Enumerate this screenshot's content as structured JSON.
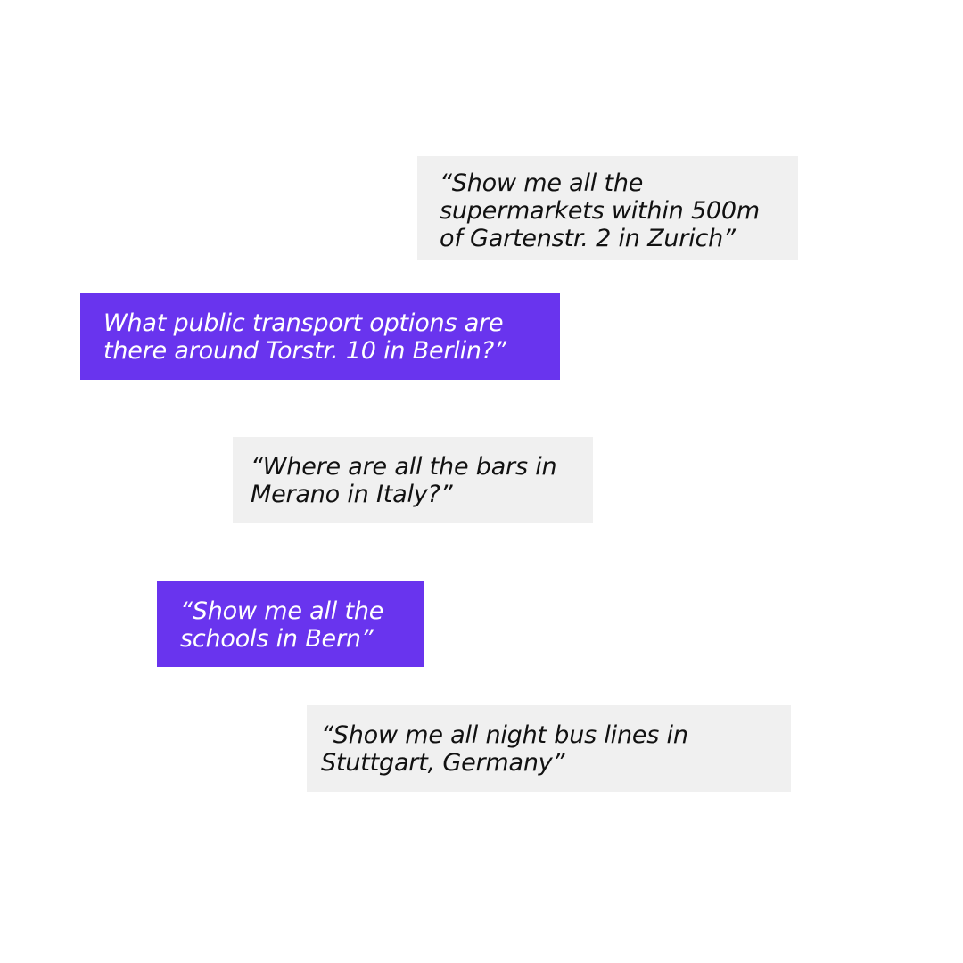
{
  "bubbles": [
    {
      "style": "gray",
      "lines": [
        "“Show me all the",
        "supermarkets within 500m",
        "of Gartenstr. 2 in Zurich”"
      ]
    },
    {
      "style": "purple",
      "lines": [
        "What public transport options are",
        "there around Torstr. 10 in Berlin?”"
      ]
    },
    {
      "style": "gray",
      "lines": [
        "“Where are all the bars in",
        "Merano in Italy?”"
      ]
    },
    {
      "style": "purple",
      "lines": [
        "“Show me all the",
        "schools in Bern”"
      ]
    },
    {
      "style": "gray",
      "lines": [
        "“Show me all night bus lines in",
        "Stuttgart, Germany”"
      ]
    }
  ],
  "colors": {
    "background": "#ffffff",
    "gray_bubble": "#f0f0f0",
    "purple_bubble": "#6934ee",
    "dark_text": "#111111",
    "light_text": "#ffffff"
  }
}
